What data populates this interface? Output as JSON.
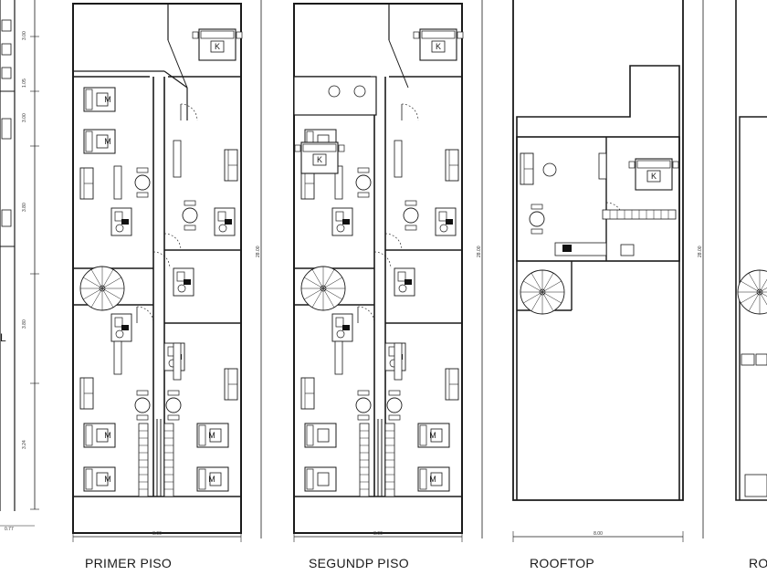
{
  "drawing": {
    "plans": [
      {
        "caption": "PRIMER PISO"
      },
      {
        "caption": "SEGUNDP PISO"
      },
      {
        "caption": "ROOFTOP"
      },
      {
        "caption": "RO"
      }
    ],
    "dimensions": {
      "width_label": "8.00",
      "height_label": "28.00",
      "left_offset_label": "0.77",
      "left_partial_labels": [
        "3.00",
        "1.05",
        "3.00",
        "3.80",
        "3.80",
        "3.24"
      ]
    },
    "furniture_symbols": {
      "king_bed": "K",
      "matrimonial_bed": "M"
    },
    "colors": {
      "line": "#1a1a1a",
      "background": "#ffffff",
      "fill_dark": "#111111"
    }
  }
}
